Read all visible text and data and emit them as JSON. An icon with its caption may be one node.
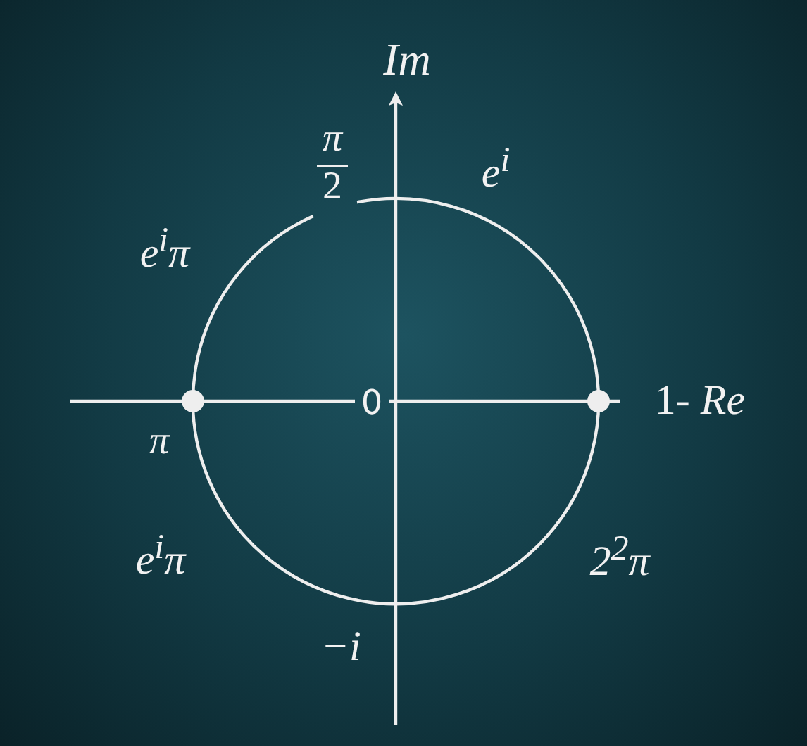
{
  "diagram": {
    "labels": [
      "Im",
      "π",
      "e$^{i}$",
      "2",
      "e$^{i}$π",
      "0",
      "1- *Re*",
      "π",
      "e$^{i}$π",
      "2$^{2}$π",
      "−i"
    ]
  }
}
